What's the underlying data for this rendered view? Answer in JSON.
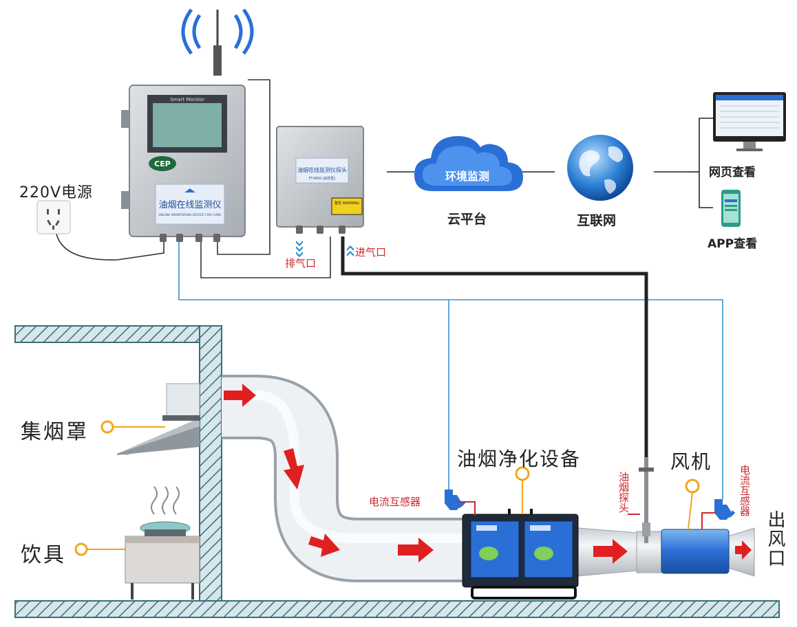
{
  "labels": {
    "power": "220V电源",
    "exhaust_port": "排气口",
    "intake_port": "进气口",
    "cloud_text": "环境监测",
    "cloud_platform": "云平台",
    "internet": "互联网",
    "web_view": "网页查看",
    "app_view": "APP查看",
    "hood": "集烟罩",
    "stove": "饮具",
    "purifier": "油烟净化设备",
    "fan": "风机",
    "probe": "油烟探头",
    "current_sensor_left": "电流互感器",
    "current_sensor_right": "电流互感器",
    "outlet": "出风口"
  },
  "monitor": {
    "screen_title": "Smart Monitor",
    "logo": "CEP",
    "name_cn": "油烟在线监测仪",
    "name_en": "ONLINE MONITORING DEVICE FOR FUME"
  },
  "probe_box": {
    "name_cn": "油烟在线监测仪探头",
    "sub": "FT-W60 (采样型)",
    "warning": "警告 WARNING"
  },
  "colors": {
    "accent_blue": "#2a6fd6",
    "wire_blue": "#3a8fd0",
    "arrow_red": "#e02020",
    "label_red": "#d0262a",
    "ring_orange": "#f2a51c",
    "hatch_teal": "#3b6d78"
  }
}
